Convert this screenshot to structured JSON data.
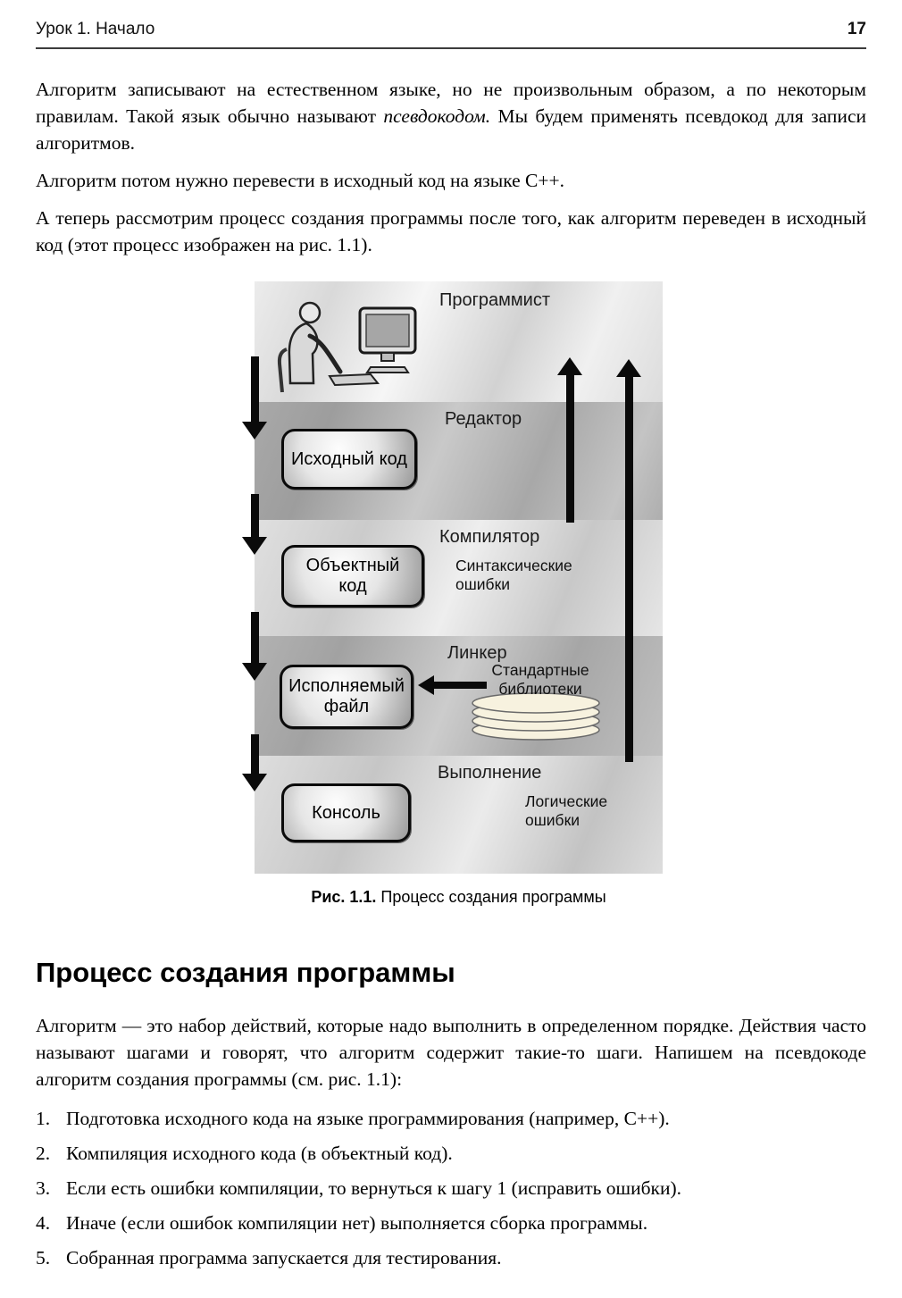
{
  "header": {
    "chapter": "Урок 1. Начало",
    "page_number": "17"
  },
  "intro": {
    "p1_a": "Алгоритм записывают на естественном языке, но не произвольным образом, а по некоторым правилам. Такой язык обычно называют ",
    "p1_em": "псевдокодом.",
    "p1_b": " Мы будем применять псевдокод для записи алгоритмов.",
    "p2": "Алгоритм потом нужно перевести в исходный код на языке C++.",
    "p3": "А теперь рассмотрим процесс создания программы после того, как алгоритм переведен в исходный код (этот процесс изображен на рис. 1.1)."
  },
  "figure": {
    "bands": [
      {
        "label": "Программист"
      },
      {
        "label": "Редактор",
        "box": "Исходный код"
      },
      {
        "label": "Компилятор",
        "box": "Объектный код",
        "note": "Синтаксические ошибки"
      },
      {
        "label": "Линкер",
        "box": "Исполняемый файл",
        "note": "Стандартные библиотеки"
      },
      {
        "label": "Выполнение",
        "box": "Консоль",
        "note": "Логические ошибки"
      }
    ],
    "icons": {
      "programmer": "person-at-computer-clipart",
      "libraries": "disk-stack"
    },
    "caption_label": "Рис. 1.1.",
    "caption_text": " Процесс создания программы"
  },
  "section": {
    "heading": "Процесс создания программы",
    "intro": "Алгоритм — это набор действий, которые надо выполнить в определенном порядке. Действия часто называют шагами и говорят, что алгоритм содержит такие-то шаги. Напишем на псевдокоде алгоритм создания программы (см. рис. 1.1):",
    "items": [
      {
        "num": "1.",
        "text": "Подготовка исходного кода на языке программирования (например, C++)."
      },
      {
        "num": "2.",
        "text": "Компиляция исходного кода (в объектный код)."
      },
      {
        "num": "3.",
        "text": "Если есть ошибки компиляции, то вернуться к шагу 1 (исправить ошибки)."
      },
      {
        "num": "4.",
        "text": "Иначе (если ошибок компиляции нет) выполняется сборка программы."
      },
      {
        "num": "5.",
        "text": "Собранная программа запускается для тестирования."
      }
    ]
  }
}
